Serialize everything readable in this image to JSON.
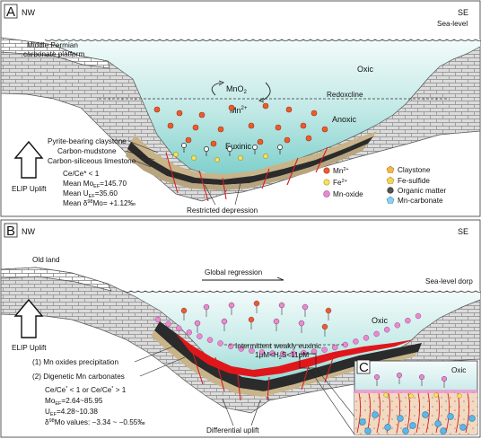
{
  "colors": {
    "seawater_top": "#eef9f8",
    "seawater_bottom": "#7fd0cc",
    "limestone": "#d9d9d9",
    "black_shale": "#2a2a2a",
    "mudstone": "#c9b48a",
    "mn_carbonate_red": "#e0161b",
    "fault_red": "#d42020",
    "mn2_ion": "#f05a28",
    "fe2_ion": "#f7e15a",
    "mn_oxide": "#e98ad1",
    "mn_carbonate_blue": "#5bb8ea"
  },
  "panel_a": {
    "letter": "A",
    "nw": "NW",
    "se": "SE",
    "sea_level": "Sea-level",
    "platform_line1": "Middle Permian",
    "platform_line2": "carbonate platform",
    "oxic": "Oxic",
    "mno2": "MnO",
    "mno2_sub": "2",
    "mn2": "Mn",
    "mn2_sup": "2+",
    "redoxcline": "Redoxcline",
    "anoxic": "Anoxic",
    "euxinic": "Euxinic",
    "strata": [
      "Pyrite-bearing claystone",
      "Carbon-mudstone",
      "Carbon-siliceous limestone"
    ],
    "uplift": "ELIP Uplift",
    "restricted": "Restricted depression",
    "geochem": {
      "ce_line": "Ce/Ce* < 1",
      "mo_prefix": "Mean Mo",
      "mo_sub": "EF",
      "mo_value": "=145.70",
      "u_prefix": "Mean U",
      "u_sub": "EF",
      "u_value": "=35.60",
      "d_prefix": "Mean δ",
      "d_sup": "98",
      "d_value": "Mo= +1.12‰"
    },
    "legend": [
      {
        "icon": "mn2-ion-icon",
        "label": "Mn",
        "sup": "2+"
      },
      {
        "icon": "fe2-ion-icon",
        "label": "Fe",
        "sup": "2+"
      },
      {
        "icon": "mn-oxide-icon",
        "label": "Mn-oxide",
        "sup": ""
      },
      {
        "icon": "claystone-icon",
        "label": "Claystone",
        "sup": ""
      },
      {
        "icon": "fe-sulfide-icon",
        "label": "Fe-sulfide",
        "sup": ""
      },
      {
        "icon": "organic-matter-icon",
        "label": "Organic matter",
        "sup": ""
      },
      {
        "icon": "mn-carbonate-icon",
        "label": "Mn-carbonate",
        "sup": ""
      }
    ]
  },
  "panel_b": {
    "letter": "B",
    "nw": "NW",
    "se": "SE",
    "old_land": "Old land",
    "regression": "Global  regression",
    "sea_level": "Sea-level dorp",
    "oxic": "Oxic",
    "euxinic_line1": "Intermittent weakly euxinic",
    "euxinic_line2": "1μM<H",
    "euxinic_line2_sub": "2",
    "euxinic_line2_end": "S<11μM",
    "uplift": "ELIP Uplift",
    "process1": "(1) Mn oxides precipitation",
    "process2": "(2) Digenetic Mn carbonates",
    "geochem": {
      "ce_line": "Ce/Ce",
      "ce_line_end": " < 1 or Ce/Ce",
      "ce_line_end2": " > 1",
      "mo_prefix": "Mo",
      "mo_sub": "EF",
      "mo_value": "=2.64~85.95",
      "u_prefix": "U",
      "u_sub": "EF",
      "u_value": "=4.28~10.38",
      "d_prefix": "δ",
      "d_sup": "98",
      "d_value": "Mo values: −3.34 ~ −0.55‰"
    },
    "differential": "Differential uplift"
  },
  "panel_c": {
    "letter": "C",
    "oxic": "Oxic"
  }
}
